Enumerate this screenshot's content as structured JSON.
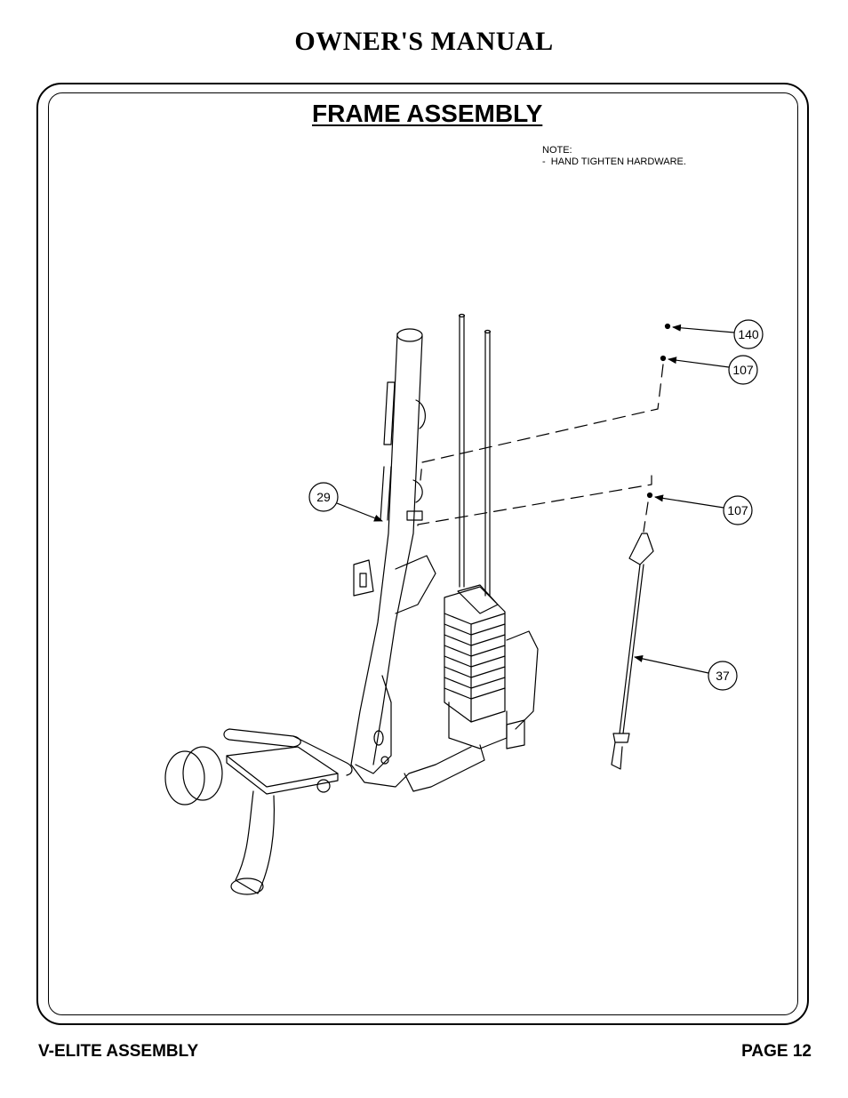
{
  "header": {
    "title": "OWNER'S MANUAL"
  },
  "section": {
    "title": "FRAME ASSEMBLY"
  },
  "note": {
    "heading": "NOTE:",
    "line1": "-  HAND TIGHTEN HARDWARE."
  },
  "callouts": {
    "c140": "140",
    "c107a": "107",
    "c107b": "107",
    "c29": "29",
    "c37": "37"
  },
  "footer": {
    "left": "V-ELITE ASSEMBLY",
    "right": "PAGE 12"
  }
}
